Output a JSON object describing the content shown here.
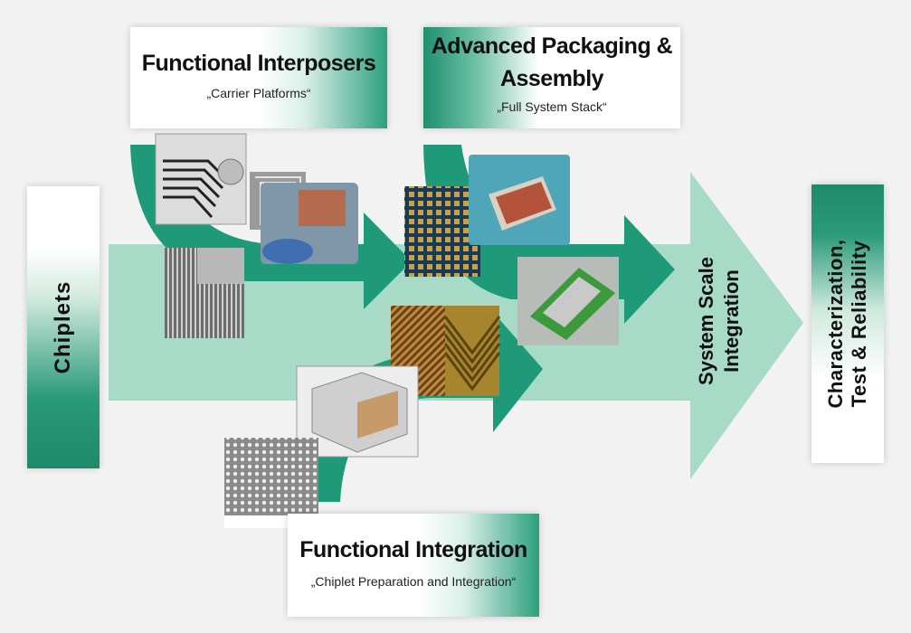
{
  "boxes": {
    "interposers": {
      "title": "Functional Interposers",
      "subtitle": "„Carrier Platforms“"
    },
    "packaging": {
      "title_line1": "Advanced Packaging &",
      "title_line2": "Assembly",
      "subtitle": "„Full System Stack“"
    },
    "integration": {
      "title": "Functional Integration",
      "subtitle": "„Chiplet Preparation and Integration“"
    },
    "chiplets": {
      "label": "Chiplets"
    },
    "characterization": {
      "line1": "Characterization,",
      "line2": "Test & Reliability"
    }
  },
  "main_arrow": {
    "line1": "System Scale",
    "line2": "Integration"
  },
  "photos": {
    "interposer_1": {
      "label": "interposer wiring SEM image"
    },
    "interposer_2": {
      "label": "spiral coil micrograph"
    },
    "interposer_3": {
      "label": "wafer held by gloved hand"
    },
    "interposer_4": {
      "label": "cross-section SEM image left"
    },
    "interposer_5": {
      "label": "cross-section SEM image right"
    },
    "packaging_1": {
      "label": "packaged chips on substrate"
    },
    "packaging_2": {
      "label": "assembled module"
    },
    "packaging_3": {
      "label": "multi-die system render"
    },
    "integration_1": {
      "label": "bump array micrograph"
    },
    "integration_2": {
      "label": "chevron interconnect pattern"
    },
    "integration_3": {
      "label": "3D cavity render"
    },
    "integration_4": {
      "label": "pillar array SEM image"
    }
  },
  "colors": {
    "arrow_light": "#9fd6c2",
    "arrow_dark": "#1f9676",
    "background": "#f2f2f2"
  }
}
